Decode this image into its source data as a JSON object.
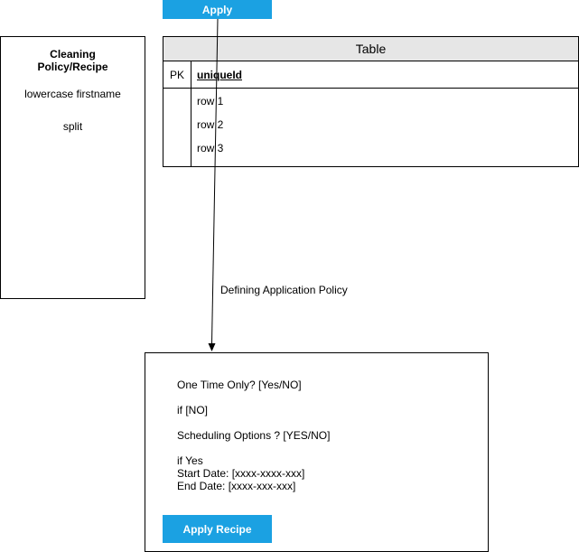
{
  "top_button": {
    "label": "Apply"
  },
  "cleaning_panel": {
    "title": "Cleaning Policy/Recipe",
    "items": [
      "lowercase firstname",
      "split"
    ]
  },
  "table": {
    "title": "Table",
    "pk_label": "PK",
    "key_field": "uniqueId",
    "rows": [
      "row 1",
      "row 2",
      "row 3"
    ]
  },
  "edge_label": "Defining Application Policy",
  "policy_panel": {
    "lines": [
      "One Time Only? [Yes/NO]",
      "if [NO]",
      "Scheduling Options ? [YES/NO]",
      "if Yes",
      "Start Date: [xxxx-xxxx-xxx]",
      "End Date: [xxxx-xxx-xxx]"
    ],
    "button_label": "Apply Recipe"
  },
  "colors": {
    "button": "#1ba1e2",
    "table_header": "#e6e6e6",
    "border": "#000000"
  }
}
